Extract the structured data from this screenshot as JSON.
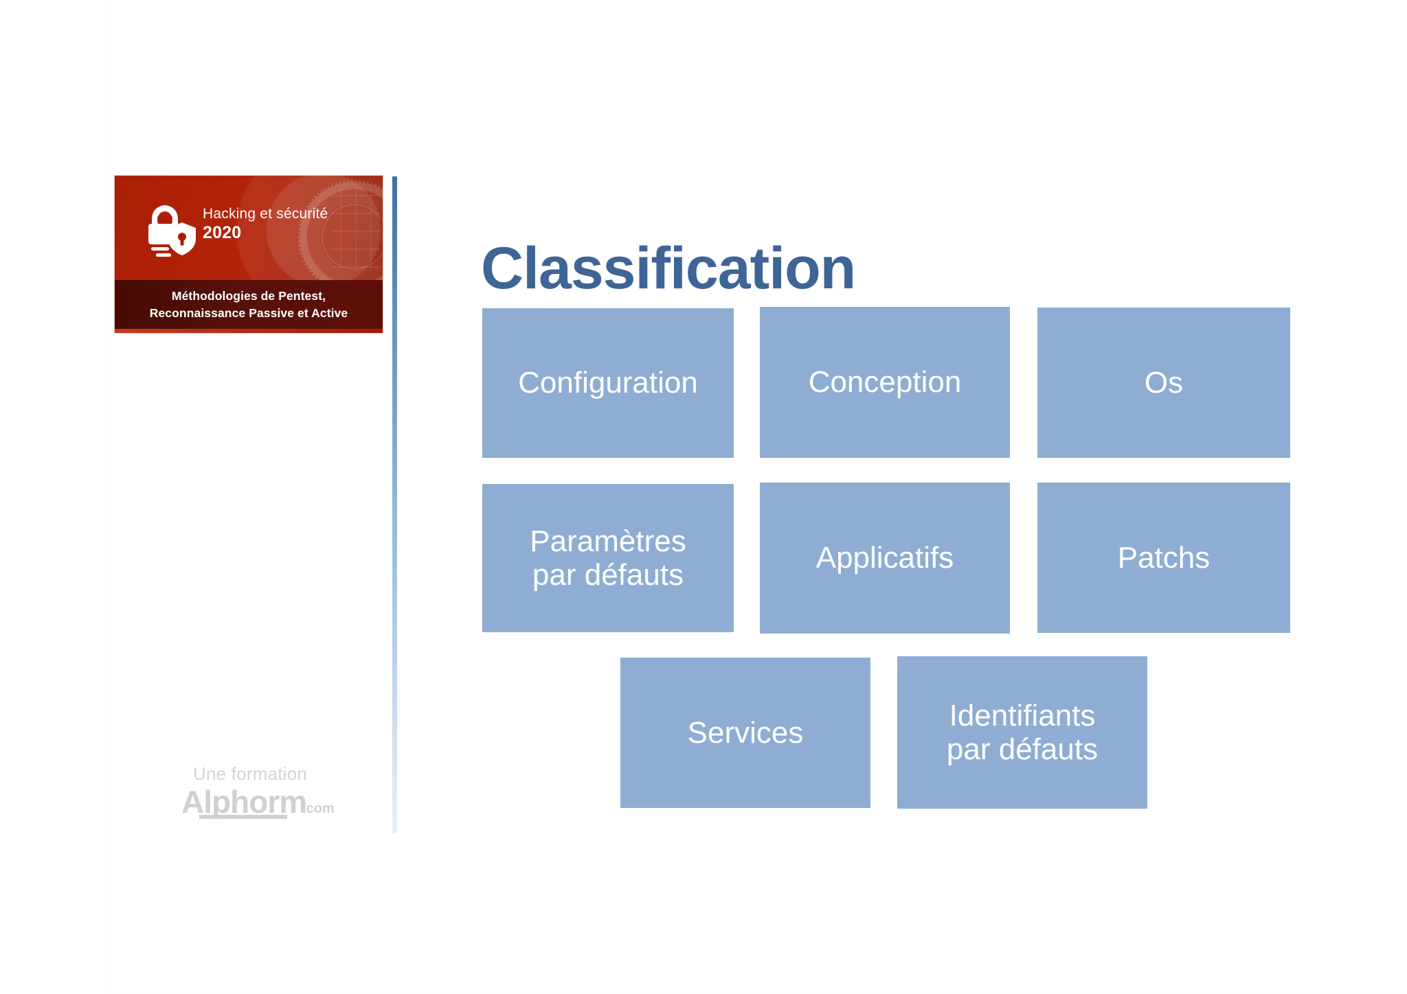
{
  "slide": {
    "title": "Classification",
    "title_color": "#3f6596",
    "box_color": "#8fadd3",
    "box_text_color": "#ffffff",
    "background_color": "#ffffff"
  },
  "badge": {
    "brand_line_1": "Hacking et sécurité",
    "brand_year": "2020",
    "course_line_1": "Méthodologies de Pentest,",
    "course_line_2": "Reconnaissance Passive  et Active",
    "background_color": "#ab1f06",
    "band_color": "#450a04",
    "icon": "padlock-shield-icon"
  },
  "footer": {
    "tagline": "Une formation",
    "brand": "Alphorm",
    "brand_suffix": ".com",
    "color": "#d0d0d0"
  },
  "diagram": {
    "type": "grid-of-boxes",
    "rows": [
      {
        "row": 1,
        "boxes": [
          {
            "id": "configuration",
            "label": "Configuration"
          },
          {
            "id": "conception",
            "label": "Conception"
          },
          {
            "id": "os",
            "label": "Os"
          }
        ]
      },
      {
        "row": 2,
        "boxes": [
          {
            "id": "parametres",
            "label": "Paramètres\npar défauts"
          },
          {
            "id": "applicatifs",
            "label": "Applicatifs"
          },
          {
            "id": "patchs",
            "label": "Patchs"
          }
        ]
      },
      {
        "row": 3,
        "boxes": [
          {
            "id": "services",
            "label": "Services"
          },
          {
            "id": "identifiants",
            "label": "Identifiants\npar défauts"
          }
        ]
      }
    ]
  }
}
